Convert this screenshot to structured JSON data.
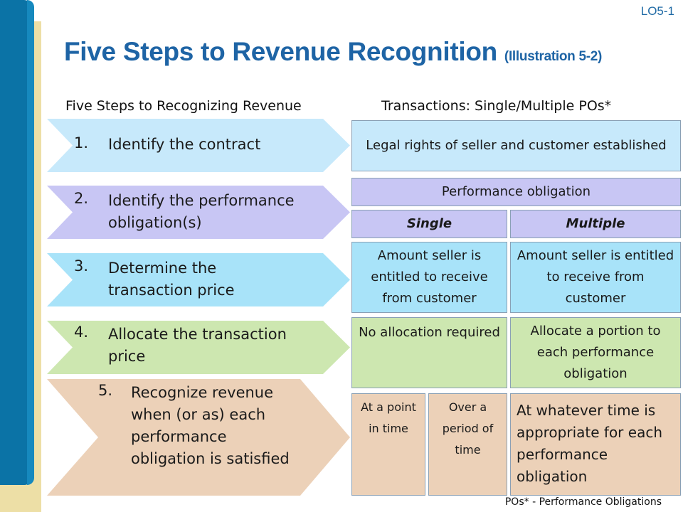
{
  "slide": {
    "lo_tag": "LO5-1",
    "title": "Five Steps to Revenue Recognition",
    "title_note": "(Illustration 5-2)",
    "col_left_header": "Five Steps to Recognizing Revenue",
    "col_right_header": "Transactions: Single/Multiple POs*",
    "footnote": "POs* - Performance Obligations"
  },
  "steps": [
    {
      "num": "1.",
      "text": "Identify the contract",
      "color": "#c7e9fb"
    },
    {
      "num": "2.",
      "text": "Identify the performance obligation(s)",
      "color": "#c8c6f4"
    },
    {
      "num": "3.",
      "text": "Determine the transaction price",
      "color": "#a8e3f9"
    },
    {
      "num": "4.",
      "text": "Allocate the transaction price",
      "color": "#cde7b0"
    },
    {
      "num": "5.",
      "text": "Recognize revenue when (or as) each performance obligation is satisfied",
      "color": "#ecd1b8"
    }
  ],
  "right": {
    "contract": "Legal rights of seller and customer established",
    "po_header": "Performance obligation",
    "single": "Single",
    "multiple": "Multiple",
    "price_single": "Amount seller is entitled to receive from customer",
    "price_multiple": "Amount seller is entitled to receive from customer",
    "alloc_single": "No allocation required",
    "alloc_multiple": "Allocate a portion to each performance obligation",
    "point_in_time": "At a point in time",
    "over_period": "Over a period of time",
    "whatever_time": "At whatever time is appropriate for each performance obligation"
  }
}
